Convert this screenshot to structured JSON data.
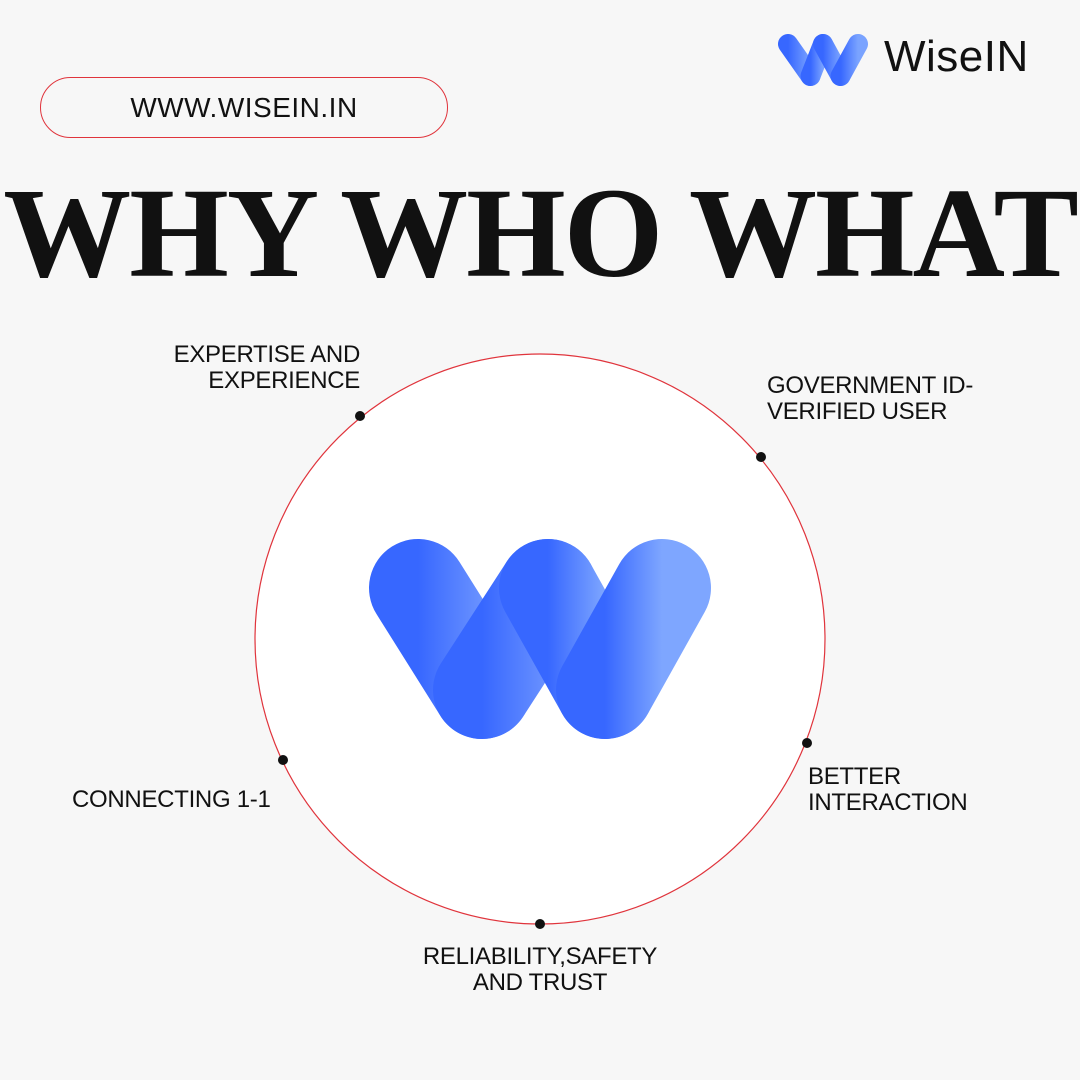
{
  "brand": {
    "name": "WiseIN",
    "logo_icon": "wisein-w-logo",
    "gradient_start": "#3767ff",
    "gradient_end": "#7aa3ff"
  },
  "url_pill": {
    "text": "WWW.WISEIN.IN",
    "border_color": "#e0343c"
  },
  "headline": "WHY WHO WHAT",
  "diagram": {
    "ring_color": "#e0343c",
    "center_icon": "wisein-w-logo",
    "points": [
      {
        "lines": [
          "EXPERTISE AND",
          "EXPERIENCE"
        ]
      },
      {
        "lines": [
          "GOVERNMENT ID-",
          "VERIFIED USER"
        ]
      },
      {
        "lines": [
          "BETTER",
          "INTERACTION"
        ]
      },
      {
        "lines": [
          "RELIABILITY,SAFETY",
          "AND TRUST"
        ]
      },
      {
        "lines": [
          "CONNECTING 1-1"
        ]
      }
    ]
  }
}
